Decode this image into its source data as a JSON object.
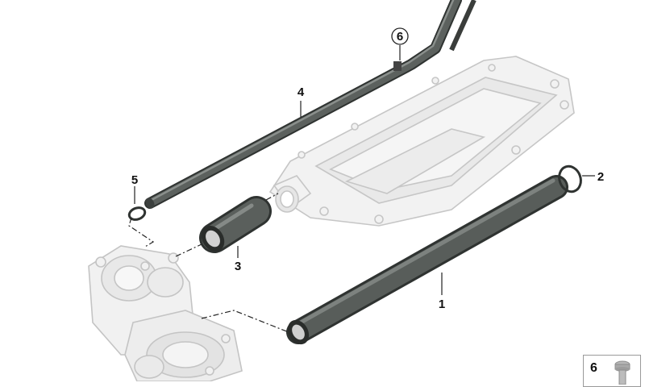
{
  "diagram": {
    "callouts": {
      "c1": "1",
      "c2": "2",
      "c3": "3",
      "c4": "4",
      "c5": "5",
      "c6": "6"
    },
    "legend": {
      "number": "6",
      "icon": "bolt-icon"
    },
    "colors": {
      "pipe": "#555a58",
      "pipe_dark": "#3c403e",
      "ghost_part": "#c9c9c9",
      "ghost_fill": "#f1f1f1",
      "leader": "#222222"
    }
  }
}
